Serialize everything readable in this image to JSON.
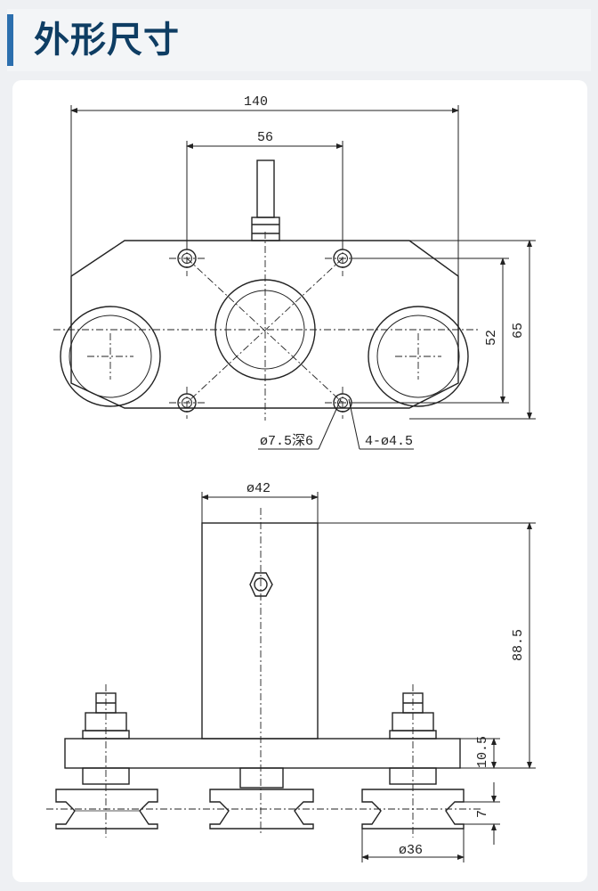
{
  "header": {
    "title": "外形尺寸"
  },
  "colors": {
    "accent": "#2c6fae",
    "title": "#0e3d63",
    "line": "#222222"
  },
  "top_view": {
    "dim_overall_width": "140",
    "dim_hole_spacing": "56",
    "dim_hole_height": "52",
    "dim_overall_height": "65",
    "label_center_hole": "ø7.5深6",
    "label_mount_holes": "4-ø4.5"
  },
  "side_view": {
    "dim_column_diameter": "ø42",
    "dim_column_height": "88.5",
    "dim_plate_thickness": "10.5",
    "dim_wheel_width": "7",
    "dim_wheel_diameter": "ø36"
  }
}
